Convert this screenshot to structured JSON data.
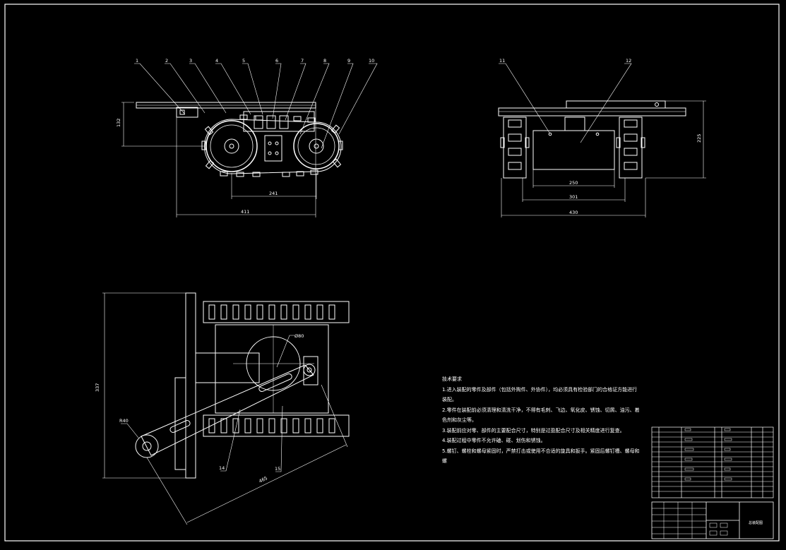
{
  "drawing": {
    "front_view": {
      "balloons": [
        "1",
        "2",
        "3",
        "4",
        "5",
        "6",
        "7",
        "8",
        "9",
        "10"
      ],
      "dimensions": {
        "height": "132",
        "wheelbase": "241",
        "length": "411"
      }
    },
    "side_view": {
      "balloons": [
        "11",
        "12"
      ],
      "dimensions": {
        "inner_width": "250",
        "track_width": "301",
        "overall_width": "430",
        "height": "225"
      }
    },
    "top_view": {
      "balloons": [
        "14",
        "15"
      ],
      "dimensions": {
        "width": "337",
        "radius_small": "R40",
        "radius_large": "Ø80",
        "arm_length": "465"
      }
    }
  },
  "technical_requirements": {
    "title": "技术要求",
    "items": [
      "1.进入装配的零件及部件（包括外购件、外协件），均必须具有检验部门的合格证方能进行装配。",
      "2.零件在装配前必须清理和清洗干净，不得有毛刺、飞边、氧化皮、锈蚀、切屑、油污、着色剂和灰尘等。",
      "3.装配前应对零、部件的主要配合尺寸，特别是过盈配合尺寸及相关精度进行复查。",
      "4.装配过程中零件不允许磕、碰、划伤和锈蚀。",
      "5.螺钉、螺栓和螺母紧固时，严禁打击或使用不合适的旋具和扳手。紧固后螺钉槽、螺母和螺"
    ]
  },
  "title_block": {
    "drawing_name": "总装配图"
  },
  "colors": {
    "background": "#000000",
    "lines": "#ffffff",
    "part_fill": "#c8c8c8"
  }
}
